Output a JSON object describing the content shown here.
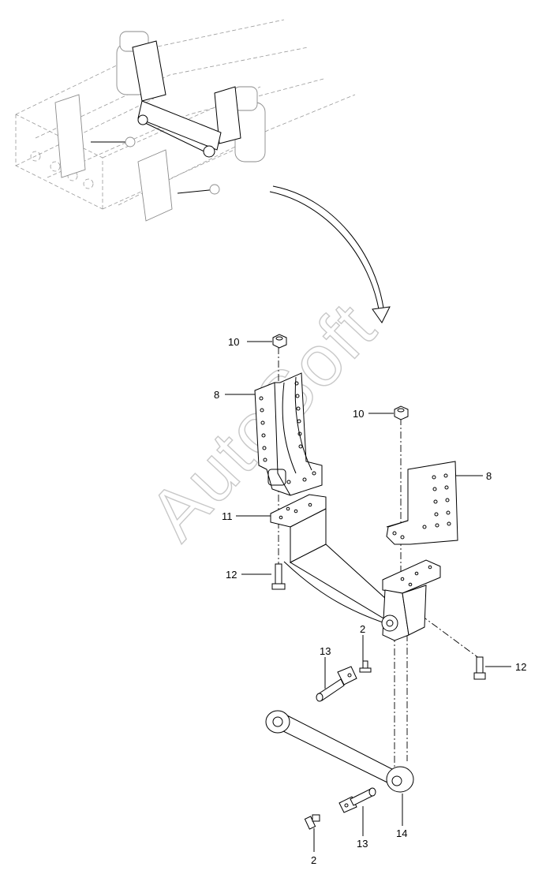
{
  "watermark": "AutoSoft",
  "callouts": [
    {
      "id": "c10a",
      "label": "10"
    },
    {
      "id": "c8a",
      "label": "8"
    },
    {
      "id": "c10b",
      "label": "10"
    },
    {
      "id": "c8b",
      "label": "8"
    },
    {
      "id": "c11",
      "label": "11"
    },
    {
      "id": "c12a",
      "label": "12"
    },
    {
      "id": "c2a",
      "label": "2"
    },
    {
      "id": "c12b",
      "label": "12"
    },
    {
      "id": "c13a",
      "label": "13"
    },
    {
      "id": "c14",
      "label": "14"
    },
    {
      "id": "c13b",
      "label": "13"
    },
    {
      "id": "c2b",
      "label": "2"
    }
  ]
}
